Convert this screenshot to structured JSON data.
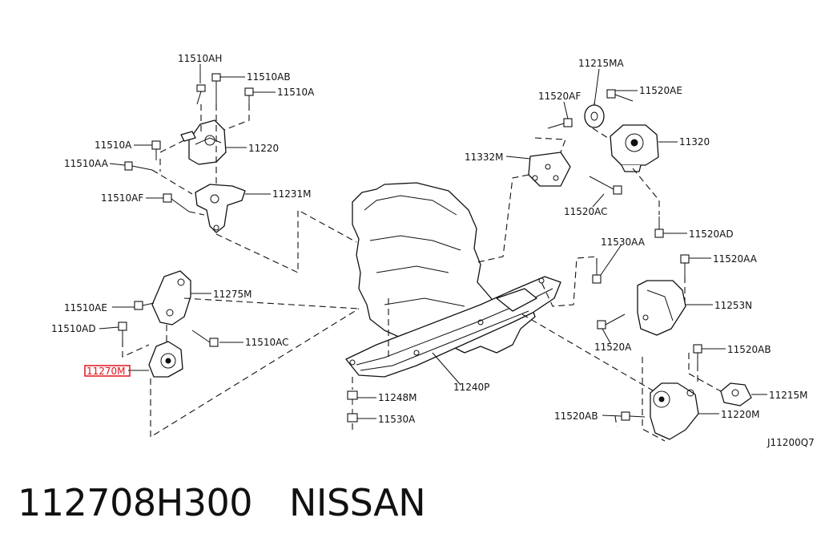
{
  "labels": {
    "p11510AH": "11510AH",
    "p11510AB": "11510AB",
    "p11510A_top": "11510A",
    "p11510A_left": "11510A",
    "p11510AA": "11510AA",
    "p11220": "11220",
    "p11510AF": "11510AF",
    "p11231M": "11231M",
    "p11215MA": "11215MA",
    "p11520AE": "11520AE",
    "p11520AF": "11520AF",
    "p11320": "11320",
    "p11332M": "11332M",
    "p11520AC": "11520AC",
    "p11520AD": "11520AD",
    "p11530AA": "11530AA",
    "p11520AA": "11520AA",
    "p11253N": "11253N",
    "p11510AE": "11510AE",
    "p11275M": "11275M",
    "p11510AD": "11510AD",
    "p11510AC": "11510AC",
    "p11270M": "11270M",
    "p11240P": "11240P",
    "p11248M": "11248M",
    "p11530A": "11530A",
    "p11520A": "11520A",
    "p11520AB_right": "11520AB",
    "p11215M": "11215M",
    "p11520AB_left": "11520AB",
    "p11220M": "11220M",
    "code": "J11200Q7"
  },
  "footer": {
    "part_number": "112708H300",
    "brand": "NISSAN"
  },
  "highlight_color": "#e0141e"
}
